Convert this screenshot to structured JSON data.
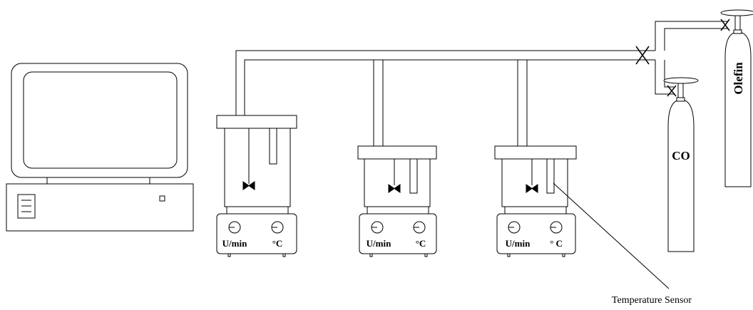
{
  "labels": {
    "co_cylinder": "CO",
    "olefin_cylinder": "Olefin",
    "temperature_sensor": "Temperature Sensor"
  },
  "stirrers": [
    {
      "speed_label": "U/min",
      "temp_label": "°C"
    },
    {
      "speed_label": "U/min",
      "temp_label": "°C"
    },
    {
      "speed_label": "U/min",
      "temp_label": "° C"
    }
  ]
}
